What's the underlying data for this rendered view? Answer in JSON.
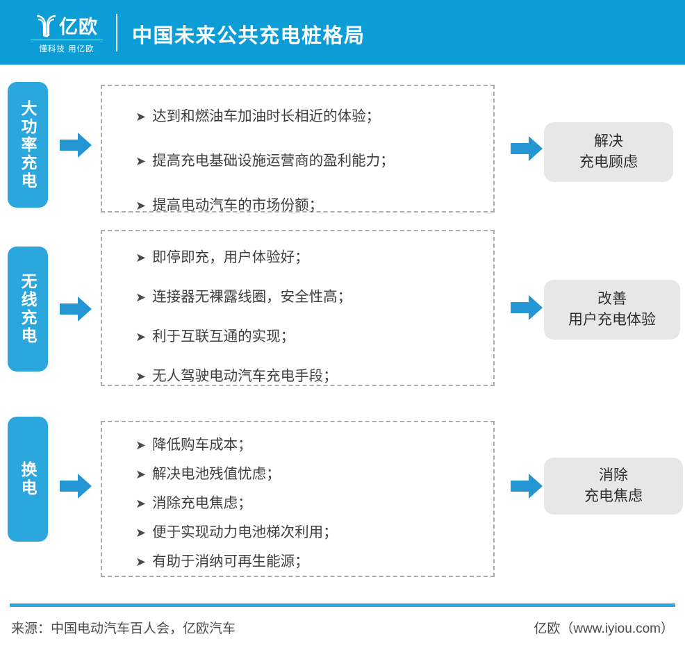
{
  "header": {
    "logo_text": "亿欧",
    "logo_tagline": "懂科技 用亿欧",
    "title": "中国未来公共充电桩格局",
    "bg_color": "#0d9dd6"
  },
  "colors": {
    "header_blue": "#0d9dd6",
    "category_blue": "#2ba7dd",
    "arrow_blue": "#2596d4",
    "result_gray": "#e7e7e7",
    "dashed_gray": "#a9abad",
    "footer_rule_blue": "#2aa8de",
    "body_text": "#3e3e3e"
  },
  "sections": [
    {
      "category": "大功率充电",
      "bullets": [
        "达到和燃油车加油时长相近的体验；",
        "提高充电基础设施运营商的盈利能力；",
        "提高电动汽车的市场份额；"
      ],
      "result": "解决\n充电顾虑"
    },
    {
      "category": "无线充电",
      "bullets": [
        "即停即充，用户体验好；",
        "连接器无裸露线圈，安全性高；",
        "利于互联互通的实现；",
        "无人驾驶电动汽车充电手段；"
      ],
      "result": "改善\n用户充电体验"
    },
    {
      "category": "换电",
      "bullets": [
        "降低购车成本；",
        "解决电池残值忧虑；",
        "消除充电焦虑；",
        "便于实现动力电池梯次利用；",
        "有助于消纳可再生能源；"
      ],
      "result": "消除\n充电焦虑"
    }
  ],
  "footer": {
    "source": "来源：中国电动汽车百人会，亿欧汽车",
    "site": "亿欧（www.iyiou.com）"
  }
}
